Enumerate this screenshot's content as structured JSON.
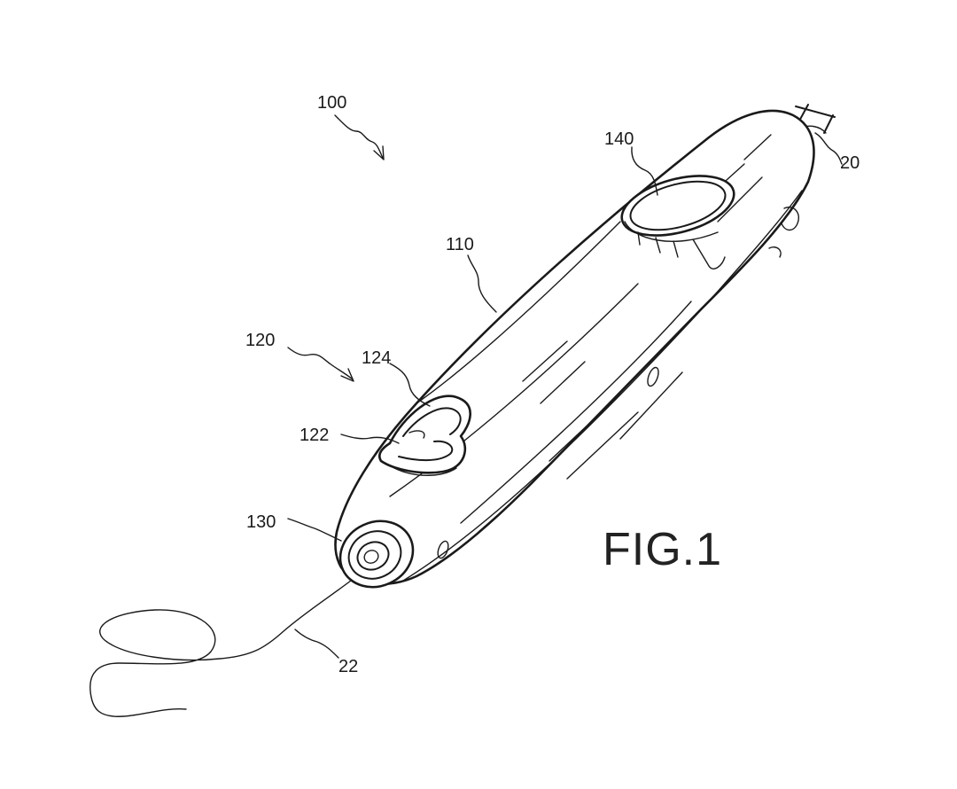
{
  "figure": {
    "title": "FIG.1",
    "reference_numerals": {
      "device": "100",
      "housing": "110",
      "control_assembly": "120",
      "button_lower": "122",
      "button_upper": "124",
      "front_opening": "130",
      "top_port": "140",
      "rear_element": "20",
      "cord": "22"
    }
  }
}
